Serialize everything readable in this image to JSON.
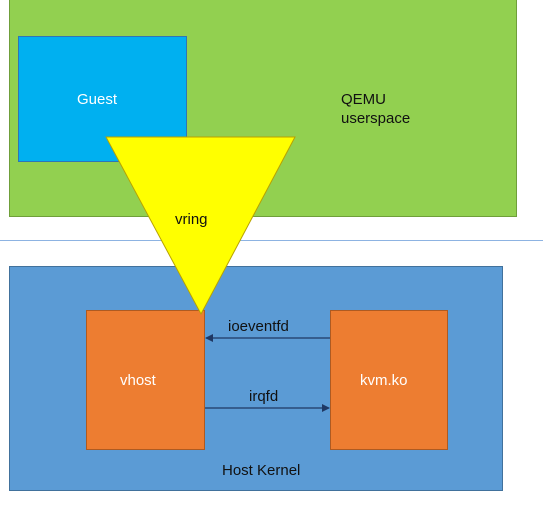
{
  "diagram": {
    "qemu": {
      "label_line1": "QEMU",
      "label_line2": "userspace",
      "color": "#92d050"
    },
    "guest": {
      "label": "Guest",
      "color": "#00b0f0"
    },
    "vring": {
      "label": "vring",
      "color": "#ffff00"
    },
    "host_kernel": {
      "label": "Host Kernel",
      "color": "#5b9bd5"
    },
    "vhost": {
      "label": "vhost",
      "color": "#ed7d31"
    },
    "kvm": {
      "label": "kvm.ko",
      "color": "#ed7d31"
    },
    "arrows": {
      "ioeventfd": {
        "label": "ioeventfd",
        "direction": "kvm-to-vhost"
      },
      "irqfd": {
        "label": "irqfd",
        "direction": "vhost-to-kvm"
      }
    }
  }
}
